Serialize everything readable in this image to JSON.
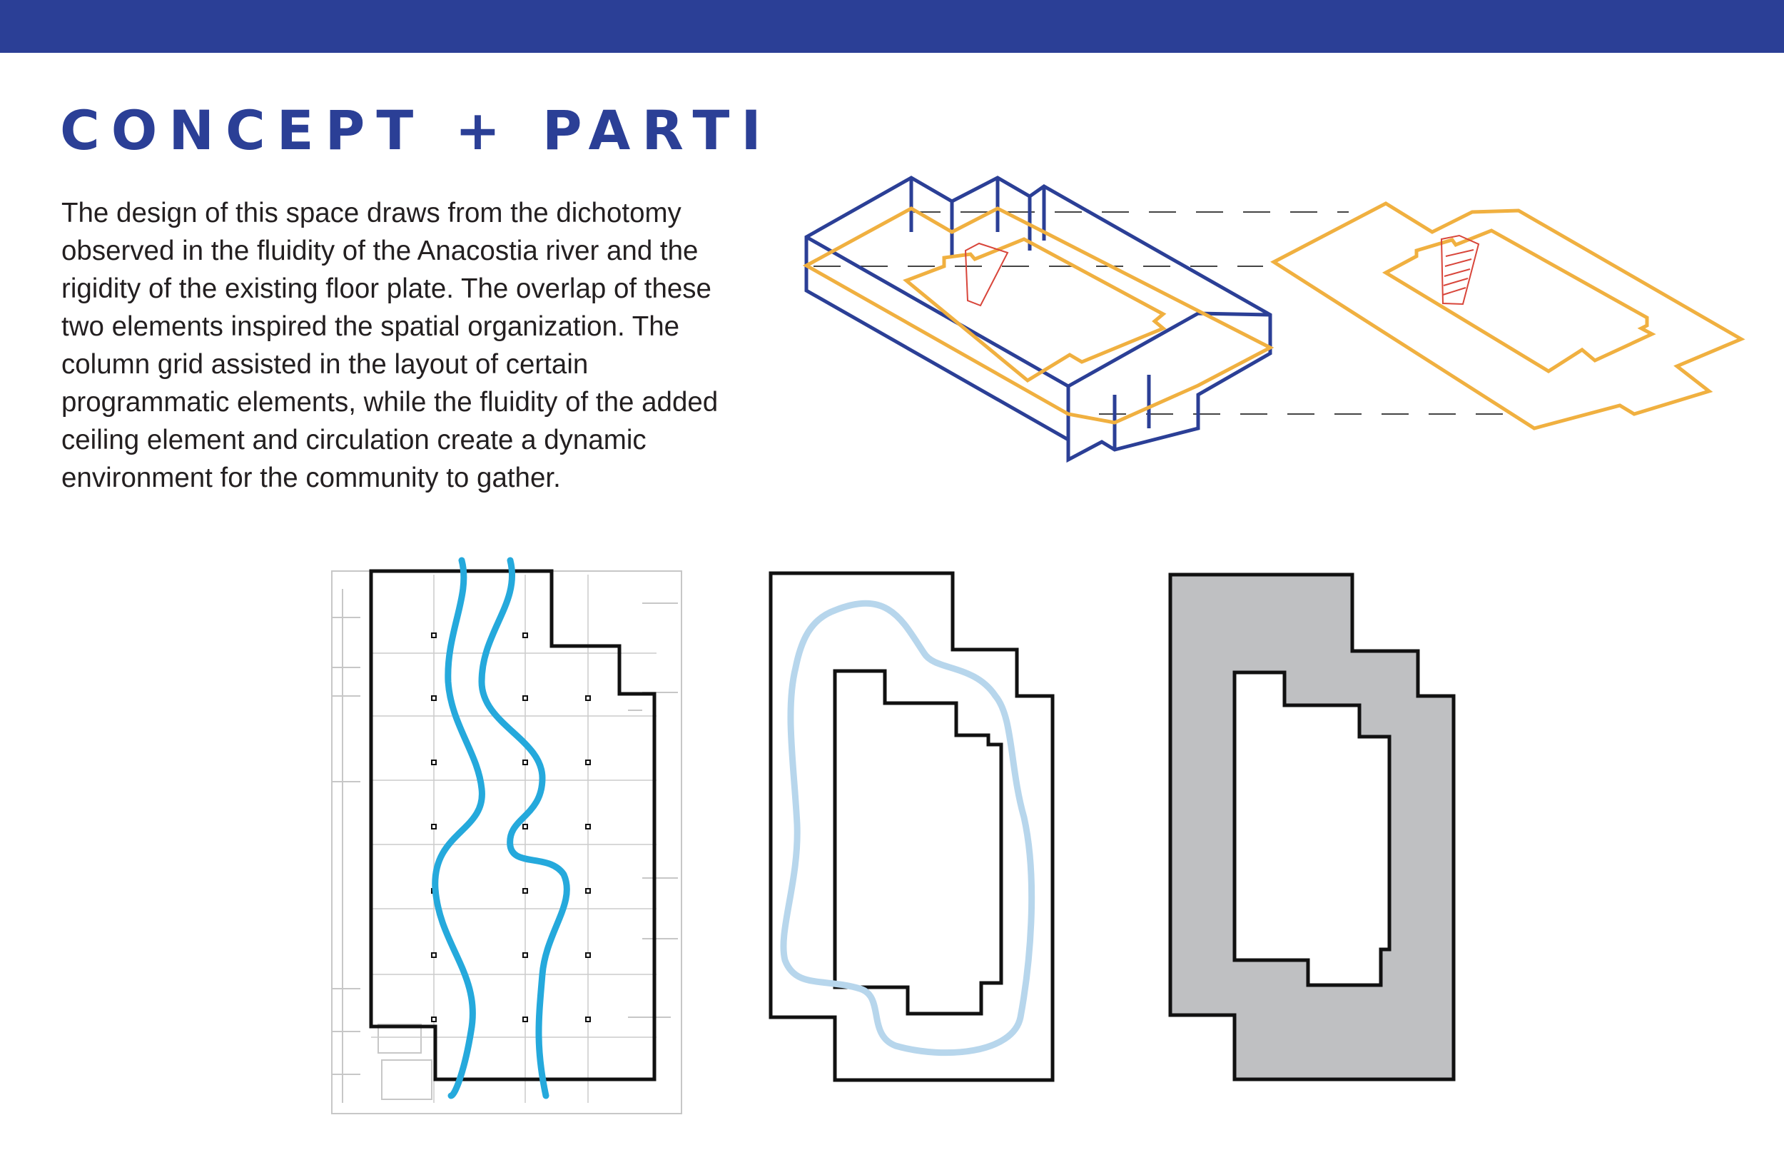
{
  "header": {
    "band_color": "#2b3f96"
  },
  "title": "CONCEPT + PARTI",
  "description": "The design of this space draws from the dichotomy observed in the fluidity of the Anacostia river and the rigidity of the existing floor plate.  The overlap of these two elements inspired the spatial organization.  The column grid assisted in the layout of certain programmatic elements, while the fluidity of the added ceiling element and circulation create a dynamic environment for the community to gather.",
  "colors": {
    "title": "#2b3f96",
    "text": "#231f20",
    "box_outline": "#2b3f96",
    "ceiling_outline": "#f0b040",
    "stair": "#d8453a",
    "river": "#25a9dc",
    "loop": "#b7d6ec",
    "solid_fill": "#bfc0c2",
    "plan_outline": "#111111"
  },
  "diagrams": [
    {
      "name": "isometric-exploded-axon",
      "icons": [
        "stair-icon"
      ]
    },
    {
      "name": "floor-plate-with-river"
    },
    {
      "name": "floor-plate-with-circulation-loop"
    },
    {
      "name": "solid-ceiling-ring"
    }
  ]
}
